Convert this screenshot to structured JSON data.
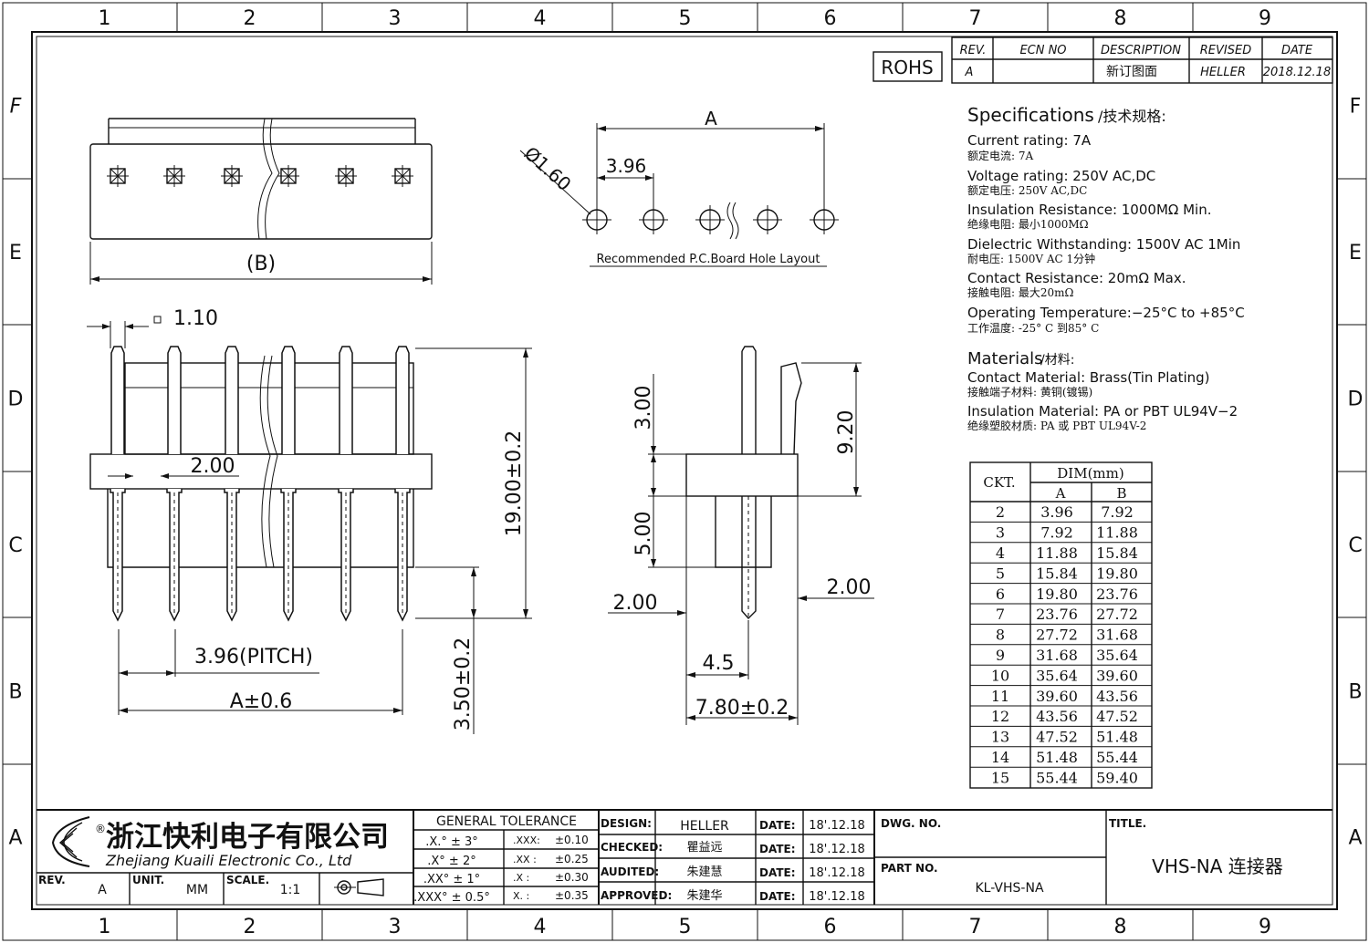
{
  "grid": {
    "cols": [
      "1",
      "2",
      "3",
      "4",
      "5",
      "6",
      "7",
      "8",
      "9"
    ],
    "rows": [
      "F",
      "E",
      "D",
      "C",
      "B",
      "A"
    ]
  },
  "rohs": "ROHS",
  "revision_block": {
    "headers": [
      "REV.",
      "ECN NO",
      "DESCRIPTION",
      "REVISED",
      "DATE"
    ],
    "row": [
      "A",
      "",
      "新订图面",
      "HELLER",
      "2018.12.18"
    ]
  },
  "specifications": {
    "title": "Specifications",
    "title_cn": "/技术规格:",
    "items": [
      {
        "en": "Current  rating:  7A",
        "cn": "额定电流: 7A"
      },
      {
        "en": "Voltage  rating:  250V  AC,DC",
        "cn": "额定电压: 250V  AC,DC"
      },
      {
        "en": "Insulation  Resistance:  1000MΩ  Min.",
        "cn": "绝缘电阻: 最小1000MΩ"
      },
      {
        "en": "Dielectric  Withstanding:    1500V  AC    1Min",
        "cn": "耐电压: 1500V  AC   1分钟"
      },
      {
        "en": "Contact  Resistance:    20mΩ  Max.",
        "cn": "接触电阻: 最大20mΩ"
      },
      {
        "en": "Operating  Temperature:−25°C  to  +85°C",
        "cn": "工作温度: -25° C  到85° C"
      }
    ],
    "materials_title": "Materials",
    "materials_title_cn": "/材料:",
    "materials": [
      {
        "en": "Contact  Material:  Brass(Tin  Plating)",
        "cn": "接触端子材料: 黄铜(镀锡)"
      },
      {
        "en": "Insulation  Material:  PA  or  PBT  UL94V−2",
        "cn": "绝缘塑胶材质: PA 或 PBT UL94V-2"
      }
    ]
  },
  "dim_table": {
    "header_ckt": "CKT.",
    "header_dim": "DIM(mm)",
    "header_a": "A",
    "header_b": "B",
    "rows": [
      [
        "2",
        "3.96",
        "7.92"
      ],
      [
        "3",
        "7.92",
        "11.88"
      ],
      [
        "4",
        "11.88",
        "15.84"
      ],
      [
        "5",
        "15.84",
        "19.80"
      ],
      [
        "6",
        "19.80",
        "23.76"
      ],
      [
        "7",
        "23.76",
        "27.72"
      ],
      [
        "8",
        "27.72",
        "31.68"
      ],
      [
        "9",
        "31.68",
        "35.64"
      ],
      [
        "10",
        "35.64",
        "39.60"
      ],
      [
        "11",
        "39.60",
        "43.56"
      ],
      [
        "12",
        "43.56",
        "47.52"
      ],
      [
        "13",
        "47.52",
        "51.48"
      ],
      [
        "14",
        "51.48",
        "55.44"
      ],
      [
        "15",
        "55.44",
        "59.40"
      ]
    ]
  },
  "drawing_labels": {
    "dim_b": "(B)",
    "dim_a_top": "A",
    "hole_dia": "Ø1.60",
    "hole_pitch": "3.96",
    "hole_caption": "Recommended  P.C.Board Hole  Layout",
    "pin_square": "1.10",
    "pin_width": "2.00",
    "pitch": "3.96(PITCH)",
    "a_tol": "A±0.6",
    "height": "19.00±0.2",
    "tail": "3.50±0.2",
    "side_300": "3.00",
    "side_500": "5.00",
    "side_920": "9.20",
    "side_200_left": "2.00",
    "side_200_right": "2.00",
    "side_45": "4.5",
    "side_780": "7.80±0.2"
  },
  "company": {
    "name_cn": "浙江快利电子有限公司",
    "name_en": "Zhejiang  Kuaili  Electronic  Co., Ltd",
    "mark": "®"
  },
  "title_block": {
    "rev_label": "REV.",
    "rev_value": "A",
    "unit_label": "UNIT.",
    "unit_value": "MM",
    "scale_label": "SCALE.",
    "scale_value": "1:1",
    "tol_title": "GENERAL  TOLERANCE",
    "tol_left": [
      ".X.° ± 3°",
      ".X° ± 2°",
      ".XX° ± 1°",
      ".XXX° ± 0.5°"
    ],
    "tol_right_label": [
      ".XXX:",
      ".XX  :",
      ".X    :",
      "X.    :"
    ],
    "tol_right_value": [
      "±0.10",
      "±0.25",
      "±0.30",
      "±0.35"
    ],
    "roles": [
      {
        "label": "DESIGN:",
        "name": "HELLER",
        "date_label": "DATE:",
        "date": "18'.12.18"
      },
      {
        "label": "CHECKED:",
        "name": "瞿益远",
        "date_label": "DATE:",
        "date": "18'.12.18"
      },
      {
        "label": "AUDITED:",
        "name": "朱建慧",
        "date_label": "DATE:",
        "date": "18'.12.18"
      },
      {
        "label": "APPROVED:",
        "name": "朱建华",
        "date_label": "DATE:",
        "date": "18'.12.18"
      }
    ],
    "dwg_no_label": "DWG. NO.",
    "part_no_label": "PART NO.",
    "part_no": "KL-VHS-NA",
    "title_label": "TITLE.",
    "title": "VHS-NA  连接器"
  }
}
